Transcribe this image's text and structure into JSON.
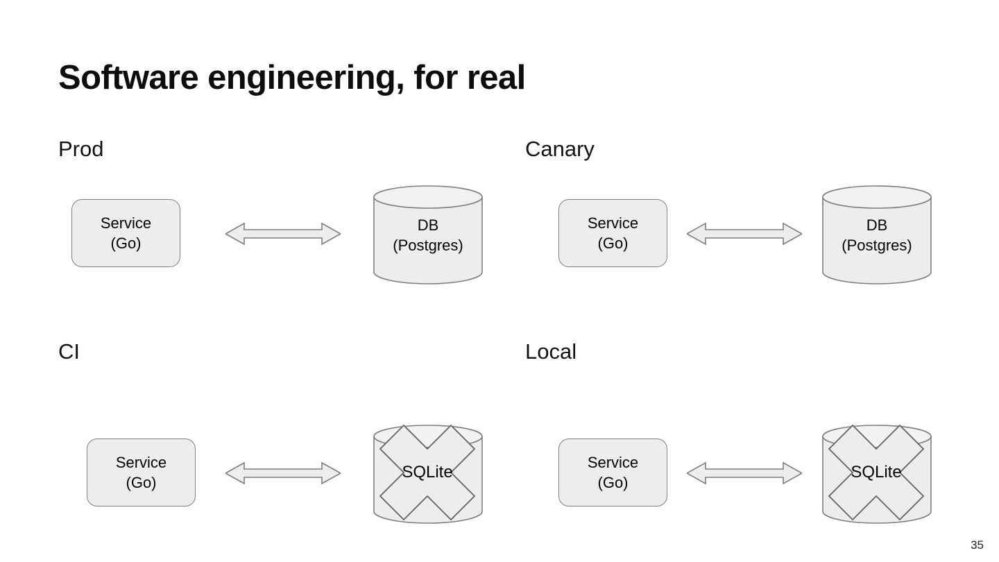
{
  "slide": {
    "title": "Software engineering, for real",
    "page_number": "35",
    "background_color": "#ffffff",
    "shape_fill": "#ededed",
    "shape_stroke": "#7d7d7d",
    "text_color": "#000000"
  },
  "sections": [
    {
      "key": "prod",
      "label": "Prod",
      "service": {
        "line1": "Service",
        "line2": "(Go)"
      },
      "connector": "double-headed-arrow",
      "store": {
        "type": "cylinder",
        "line1": "DB",
        "line2": "(Postgres)",
        "crossed_out": false
      }
    },
    {
      "key": "canary",
      "label": "Canary",
      "service": {
        "line1": "Service",
        "line2": "(Go)"
      },
      "connector": "double-headed-arrow",
      "store": {
        "type": "cylinder",
        "line1": "DB",
        "line2": "(Postgres)",
        "crossed_out": false
      }
    },
    {
      "key": "ci",
      "label": "CI",
      "service": {
        "line1": "Service",
        "line2": "(Go)"
      },
      "connector": "double-headed-arrow",
      "store": {
        "type": "cylinder",
        "line1": "SQLite",
        "line2": "",
        "crossed_out": true
      }
    },
    {
      "key": "local",
      "label": "Local",
      "service": {
        "line1": "Service",
        "line2": "(Go)"
      },
      "connector": "double-headed-arrow",
      "store": {
        "type": "cylinder",
        "line1": "SQLite",
        "line2": "",
        "crossed_out": true
      }
    }
  ]
}
